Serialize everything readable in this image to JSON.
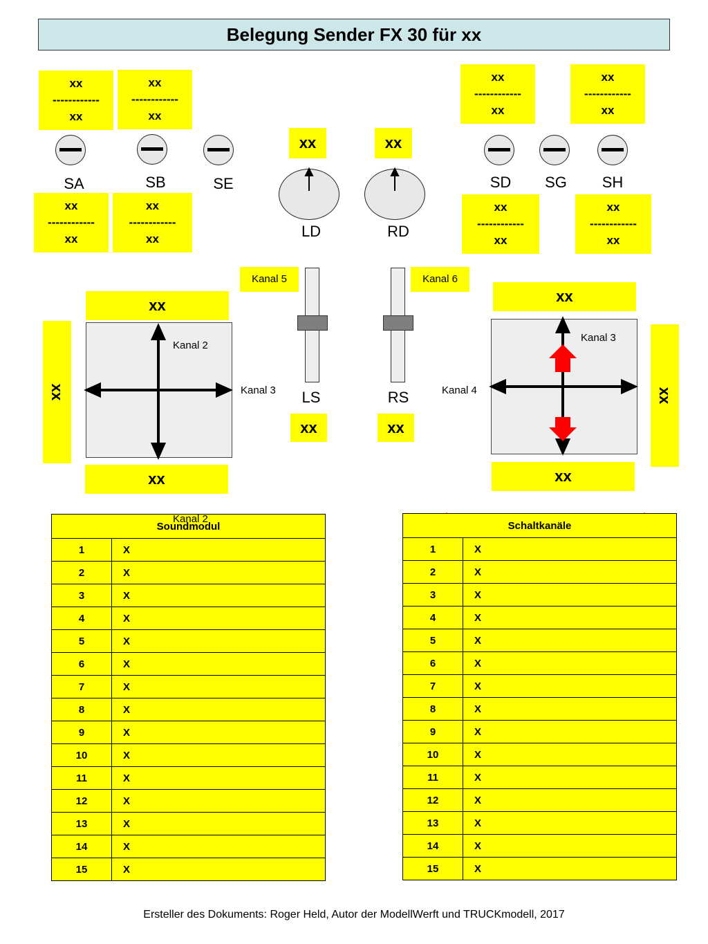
{
  "title": "Belegung Sender FX 30 für xx",
  "placeholder": "xx",
  "separator": "------------",
  "switches": {
    "SA": "SA",
    "SB": "SB",
    "SE": "SE",
    "SD": "SD",
    "SG": "SG",
    "SH": "SH"
  },
  "dials": {
    "LD": "LD",
    "RD": "RD"
  },
  "sliders": {
    "LS": "LS",
    "RS": "RS"
  },
  "channels": {
    "kanal5": "Kanal 5",
    "kanal6": "Kanal 6",
    "left_kanal2": "Kanal 2",
    "left_kanal3": "Kanal 3",
    "right_kanal3": "Kanal 3",
    "right_kanal4": "Kanal 4",
    "bottom_kanal2": "Kanal 2"
  },
  "colors": {
    "highlight": "#ffff00",
    "arrow": "#ff0000",
    "title_bg": "#cde6ea"
  },
  "soundmodul": {
    "header": "Soundmodul",
    "rows": [
      {
        "n": "1",
        "v": "X"
      },
      {
        "n": "2",
        "v": "X"
      },
      {
        "n": "3",
        "v": "X"
      },
      {
        "n": "4",
        "v": "X"
      },
      {
        "n": "5",
        "v": "X"
      },
      {
        "n": "6",
        "v": "X"
      },
      {
        "n": "7",
        "v": "X"
      },
      {
        "n": "8",
        "v": "X"
      },
      {
        "n": "9",
        "v": "X"
      },
      {
        "n": "10",
        "v": "X"
      },
      {
        "n": "11",
        "v": "X"
      },
      {
        "n": "12",
        "v": "X"
      },
      {
        "n": "13",
        "v": "X"
      },
      {
        "n": "14",
        "v": "X"
      },
      {
        "n": "15",
        "v": "X"
      }
    ]
  },
  "schaltkanaele": {
    "header": "Schaltkanäle",
    "rows": [
      {
        "n": "1",
        "v": "X"
      },
      {
        "n": "2",
        "v": "X"
      },
      {
        "n": "3",
        "v": "X"
      },
      {
        "n": "4",
        "v": "X"
      },
      {
        "n": "5",
        "v": "X"
      },
      {
        "n": "6",
        "v": "X"
      },
      {
        "n": "7",
        "v": "X"
      },
      {
        "n": "8",
        "v": "X"
      },
      {
        "n": "9",
        "v": "X"
      },
      {
        "n": "10",
        "v": "X"
      },
      {
        "n": "11",
        "v": "X"
      },
      {
        "n": "12",
        "v": "X"
      },
      {
        "n": "13",
        "v": "X"
      },
      {
        "n": "14",
        "v": "X"
      },
      {
        "n": "15",
        "v": "X"
      }
    ]
  },
  "footer": "Ersteller des Dokuments: Roger Held, Autor der ModellWerft und TRUCKmodell, 2017"
}
